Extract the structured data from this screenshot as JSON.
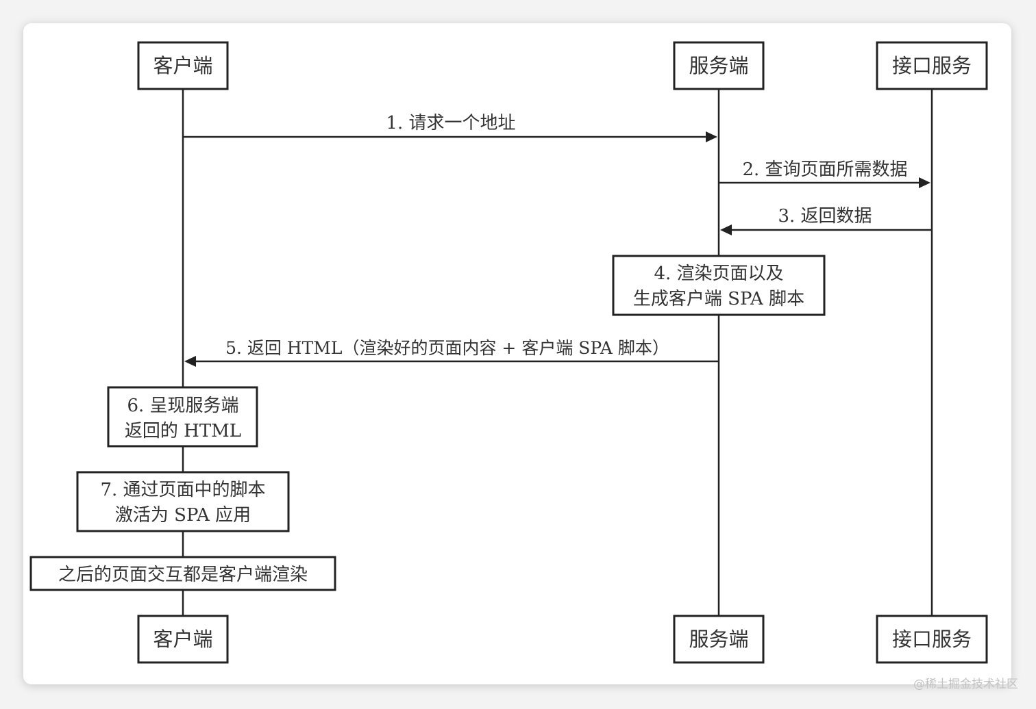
{
  "participants": {
    "client": "客户端",
    "server": "服务端",
    "api": "接口服务"
  },
  "messages": {
    "m1": "1. 请求一个地址",
    "m2": "2. 查询页面所需数据",
    "m3": "3. 返回数据",
    "m5": "5. 返回 HTML（渲染好的页面内容 + 客户端 SPA 脚本）"
  },
  "notes": {
    "n4": {
      "line1": "4. 渲染页面以及",
      "line2": "生成客户端 SPA 脚本"
    },
    "n6": {
      "line1": "6.  呈现服务端",
      "line2": "返回的 HTML"
    },
    "n7": {
      "line1": "7.  通过页面中的脚本",
      "line2": "激活为 SPA 应用"
    },
    "n8": {
      "line1": "之后的页面交互都是客户端渲染"
    }
  },
  "watermark": "@稀土掘金技术社区",
  "colors": {
    "stroke": "#222222",
    "text": "#333333",
    "background": "#ffffff"
  }
}
